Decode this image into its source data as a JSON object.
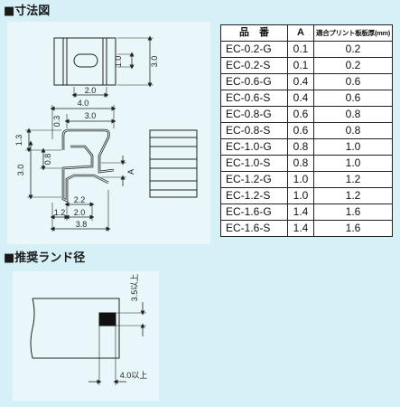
{
  "headings": {
    "dimensions": "■寸法図",
    "land": "■推奨ランド径"
  },
  "dimension_labels": {
    "top_height_small": "1.0",
    "top_height": "3.0",
    "top_width": "2.0",
    "side_total_width": "4.0",
    "side_gap": "0.3",
    "side_inner_width": "3.0",
    "side_height_top": "1.3",
    "side_height_mid": "0.8",
    "side_total_height": "3.0",
    "side_a": "A",
    "bottom_offset": "2.2",
    "bottom_left": "1.2",
    "bottom_mid": "2.0",
    "bottom_total": "3.8"
  },
  "land_labels": {
    "vertical": "3.5以上",
    "horizontal": "4.0以上"
  },
  "table": {
    "headers": {
      "part_number": "品　番",
      "a": "A",
      "board_thickness": "適合プリント板板厚(mm)"
    },
    "rows": [
      {
        "part_number": "EC-0.2-G",
        "a": "0.1",
        "board": "0.2"
      },
      {
        "part_number": "EC-0.2-S",
        "a": "0.1",
        "board": "0.2"
      },
      {
        "part_number": "EC-0.6-G",
        "a": "0.4",
        "board": "0.6"
      },
      {
        "part_number": "EC-0.6-S",
        "a": "0.4",
        "board": "0.6"
      },
      {
        "part_number": "EC-0.8-G",
        "a": "0.6",
        "board": "0.8"
      },
      {
        "part_number": "EC-0.8-S",
        "a": "0.6",
        "board": "0.8"
      },
      {
        "part_number": "EC-1.0-G",
        "a": "0.8",
        "board": "1.0"
      },
      {
        "part_number": "EC-1.0-S",
        "a": "0.8",
        "board": "1.0"
      },
      {
        "part_number": "EC-1.2-G",
        "a": "1.0",
        "board": "1.2"
      },
      {
        "part_number": "EC-1.2-S",
        "a": "1.0",
        "board": "1.2"
      },
      {
        "part_number": "EC-1.6-G",
        "a": "1.4",
        "board": "1.6"
      },
      {
        "part_number": "EC-1.6-S",
        "a": "1.4",
        "board": "1.6"
      }
    ]
  },
  "colors": {
    "background": "#d6f0f7",
    "panel": "#e9f7fb",
    "line": "#222222",
    "land_pad": "#111111"
  }
}
